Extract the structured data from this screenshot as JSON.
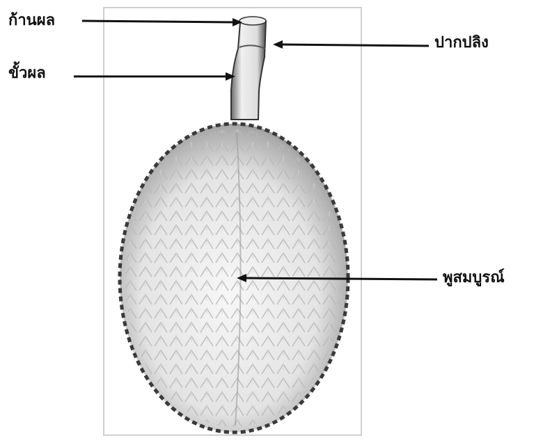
{
  "labels": {
    "fruit_stalk": "ก้านผล",
    "peduncle": "ขั้วผล",
    "stem_tip": "ปากปลิง",
    "full_lobe": "พูสมบูรณ์"
  },
  "colors": {
    "ink": "#111111",
    "fruit_fill": "#e9e9e9",
    "fruit_shadow": "#6a6a6a",
    "frame": "#cfcfcf"
  }
}
